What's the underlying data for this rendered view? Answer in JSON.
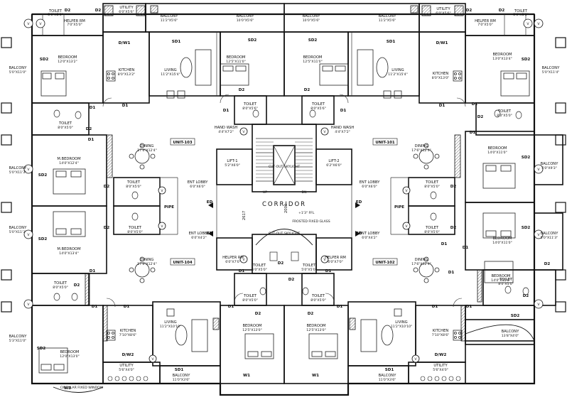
{
  "units": [
    "UNIT-103",
    "UNIT-101",
    "UNIT-104",
    "UNIT-102"
  ],
  "rooms": [
    {
      "id": "r1",
      "name": "TOILET",
      "dim": "5'0\"X5'0\""
    },
    {
      "id": "r2",
      "name": "UTILITY",
      "dim": "6'0\"X5'6\""
    },
    {
      "id": "r3",
      "name": "HELPER RM",
      "dim": "7'0\"X5'0\""
    },
    {
      "id": "r4",
      "name": "BALCONY",
      "dim": "11'2\"X5'6\""
    },
    {
      "id": "r5",
      "name": "BALCONY",
      "dim": "10'0\"X5'6\""
    },
    {
      "id": "r6",
      "name": "BALCONY",
      "dim": "10'0\"X5'6\""
    },
    {
      "id": "r7",
      "name": "BALCONY",
      "dim": "11'2\"X5'6\""
    },
    {
      "id": "r8",
      "name": "UTILITY",
      "dim": "6'0\"X5'6\""
    },
    {
      "id": "r9",
      "name": "HELPER RM",
      "dim": "7'0\"X5'0\""
    },
    {
      "id": "r10",
      "name": "TOILET",
      "dim": "5'0\"X5'0\""
    },
    {
      "id": "r11",
      "name": "BEDROOM",
      "dim": "12'0\"X13'2\""
    },
    {
      "id": "r12",
      "name": "KITCHEN",
      "dim": "8'0\"X13'2\""
    },
    {
      "id": "r13",
      "name": "LIVING",
      "dim": "11'2\"X15'4\""
    },
    {
      "id": "r14",
      "name": "BEDROOM",
      "dim": "12'5\"X11'0\""
    },
    {
      "id": "r15",
      "name": "BEDROOM",
      "dim": "12'5\"X11'0\""
    },
    {
      "id": "r16",
      "name": "LIVING",
      "dim": "11'2\"X15'4\""
    },
    {
      "id": "r17",
      "name": "KITCHEN",
      "dim": "8'0\"X13'0\""
    },
    {
      "id": "r18",
      "name": "BEDROOM",
      "dim": "13'0\"X13'4\""
    },
    {
      "id": "r19",
      "name": "BALCONY",
      "dim": "5'0\"X11'0\""
    },
    {
      "id": "r20",
      "name": "BALCONY",
      "dim": "5'0\"X11'4\""
    },
    {
      "id": "r21",
      "name": "TOILET",
      "dim": "8'0\"X5'0\""
    },
    {
      "id": "r22",
      "name": "TOILET",
      "dim": "8'0\"X5'6\""
    },
    {
      "id": "r23",
      "name": "TOILET",
      "dim": "8'0\"X5'6\""
    },
    {
      "id": "r24",
      "name": "TOILET",
      "dim": "8'0\"X5'0\""
    },
    {
      "id": "r25",
      "name": "HAND WASH",
      "dim": "4'4\"X7'2\""
    },
    {
      "id": "r26",
      "name": "HAND WASH",
      "dim": "4'4\"X7'2\""
    },
    {
      "id": "r27",
      "name": "DINING",
      "dim": "17'6\"X12'4\""
    },
    {
      "id": "r28",
      "name": "DINING",
      "dim": "17'6\"X12'4\""
    },
    {
      "id": "r29",
      "name": "LIFT-1",
      "dim": "5'2\"X6'0\""
    },
    {
      "id": "r30",
      "name": "LIFT-2",
      "dim": "6'2\"X6'0\""
    },
    {
      "id": "r31",
      "name": "M.BEDROOM",
      "dim": "14'0\"X12'4\""
    },
    {
      "id": "r32",
      "name": "BEDROOM",
      "dim": "14'0\"X11'0\""
    },
    {
      "id": "r33",
      "name": "BALCONY",
      "dim": "5'0\"X11'3\""
    },
    {
      "id": "r34",
      "name": "BALCONY",
      "dim": "5'0\"X9'3\""
    },
    {
      "id": "r35",
      "name": "TOILET",
      "dim": "8'0\"X5'0\""
    },
    {
      "id": "r36",
      "name": "TOILET",
      "dim": "8'0\"X5'0\""
    },
    {
      "id": "r37",
      "name": "ENT LOBBY",
      "dim": "6'0\"X6'0\""
    },
    {
      "id": "r38",
      "name": "ENT LOBBY",
      "dim": "6'0\"X6'0\""
    },
    {
      "id": "r39",
      "name": "CUT-OUT SKYLIGHT",
      "dim": ""
    },
    {
      "id": "r40",
      "name": "CORRIDOR",
      "dim": ""
    },
    {
      "id": "r41",
      "name": "TOILET",
      "dim": "8'0\"X5'0\""
    },
    {
      "id": "r42",
      "name": "TOILET",
      "dim": "8'0\"X5'0\""
    },
    {
      "id": "r43",
      "name": "ENT LOBBY",
      "dim": "6'0\"X4'2\""
    },
    {
      "id": "r44",
      "name": "ENT LOBBY",
      "dim": "6'0\"X4'2\""
    },
    {
      "id": "r45",
      "name": "BALCONY",
      "dim": "5'0\"X11'3\""
    },
    {
      "id": "r46",
      "name": "BALCONY",
      "dim": "5'0\"X11'3\""
    },
    {
      "id": "r47",
      "name": "M.BEDROOM",
      "dim": "14'0\"X13'4\""
    },
    {
      "id": "r48",
      "name": "BEDROOM",
      "dim": "14'0\"X11'0\""
    },
    {
      "id": "r49",
      "name": "DINING",
      "dim": "17'6\"X12'4\""
    },
    {
      "id": "r50",
      "name": "DINING",
      "dim": "17'6\"X12'4\""
    },
    {
      "id": "r51",
      "name": "HELPER RM",
      "dim": "6'0\"X7'0\""
    },
    {
      "id": "r52",
      "name": "HELPER RM",
      "dim": "6'0\"X7'0\""
    },
    {
      "id": "r53",
      "name": "TOILET",
      "dim": "5'0\"X5'0\""
    },
    {
      "id": "r54",
      "name": "TOILET",
      "dim": "5'0\"X5'0\""
    },
    {
      "id": "r55",
      "name": "TOILET",
      "dim": "8'0\"X5'0\""
    },
    {
      "id": "r56",
      "name": "TOILET",
      "dim": "8'0\"X5'0\""
    },
    {
      "id": "r57",
      "name": "TOILET",
      "dim": "8'0\"X5'0\""
    },
    {
      "id": "r58",
      "name": "TOILET",
      "dim": "8'0\"X5'0\""
    },
    {
      "id": "r59",
      "name": "BEDROOM",
      "dim": "14'0\"X11'0\""
    },
    {
      "id": "r60",
      "name": "LIVING",
      "dim": "11'2\"X10'10\""
    },
    {
      "id": "r61",
      "name": "BEDROOM",
      "dim": "12'5\"X13'0\""
    },
    {
      "id": "r62",
      "name": "BEDROOM",
      "dim": "12'5\"X13'0\""
    },
    {
      "id": "r63",
      "name": "LIVING",
      "dim": "11'2\"X10'10\""
    },
    {
      "id": "r64",
      "name": "KITCHEN",
      "dim": "7'10\"X8'6\""
    },
    {
      "id": "r65",
      "name": "KITCHEN",
      "dim": "7'10\"X8'6\""
    },
    {
      "id": "r66",
      "name": "BALCONY",
      "dim": "5'3\"X11'0\""
    },
    {
      "id": "r67",
      "name": "BEDROOM",
      "dim": "12'0\"X13'0\""
    },
    {
      "id": "r68",
      "name": "BALCONY",
      "dim": "13'8\"X4'0\""
    },
    {
      "id": "r69",
      "name": "UTILITY",
      "dim": "5'6\"X4'0\""
    },
    {
      "id": "r70",
      "name": "BALCONY",
      "dim": "11'0\"X3'6\""
    },
    {
      "id": "r71",
      "name": "BALCONY",
      "dim": "11'0\"X3'6\""
    },
    {
      "id": "r72",
      "name": "UTILITY",
      "dim": "5'6\"X4'0\""
    },
    {
      "id": "r73",
      "name": "FROSTED FIXED GLASS",
      "dim": ""
    },
    {
      "id": "r74",
      "name": "CUT-OUT SKYLIGHT",
      "dim": ""
    },
    {
      "id": "r75",
      "name": "CIRCULAR FIXED WINDOW",
      "dim": ""
    }
  ],
  "tags": {
    "D1": "D1",
    "D2": "D2",
    "SD1": "SD1",
    "SD2": "SD2",
    "DW1": "D/W1",
    "DW2": "D/W2",
    "ED": "ED",
    "V": "V",
    "W1": "W1",
    "W3": "W3",
    "PIPE": "PIPE",
    "DN": "DN",
    "UP": "UP"
  },
  "dims": {
    "d2617": "2617",
    "d2000": "2000",
    "level": "+1'3\" FFL"
  }
}
